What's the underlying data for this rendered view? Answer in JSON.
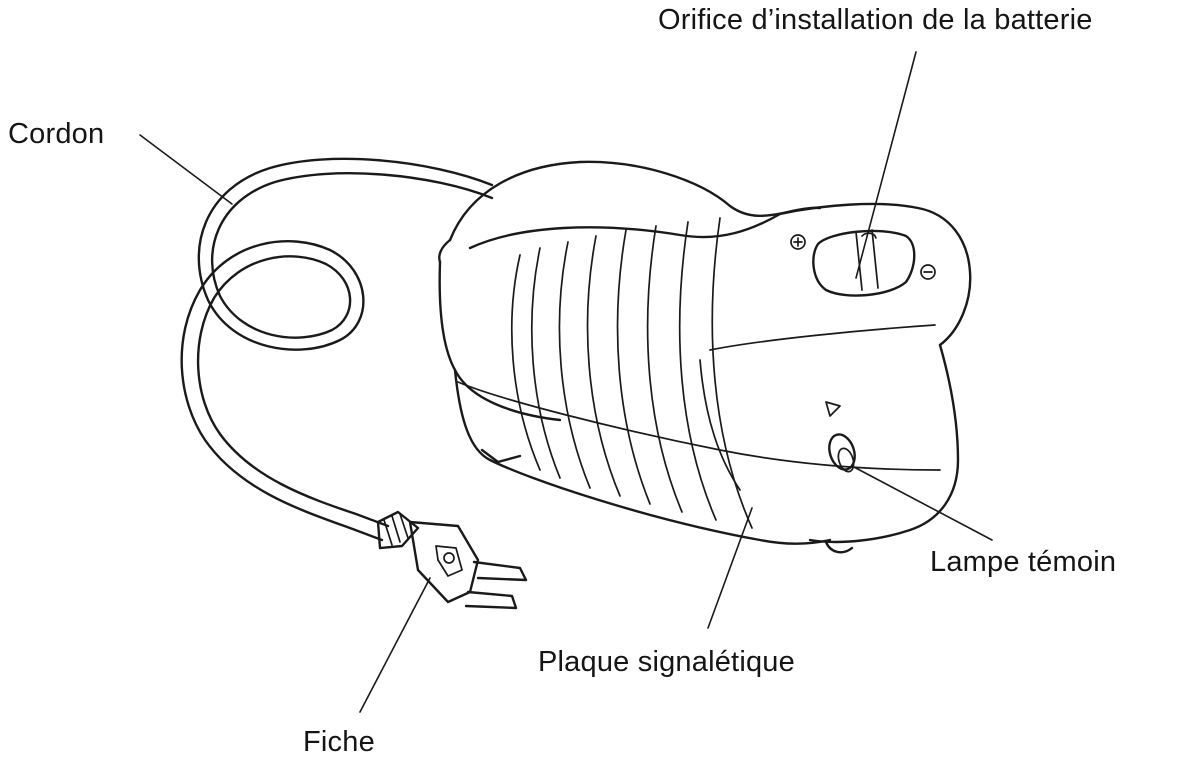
{
  "labels": {
    "battery_slot": "Orifice d’installation de la batterie",
    "cord": "Cordon",
    "pilot_lamp": "Lampe témoin",
    "name_plate": "Plaque signalétique",
    "plug": "Fiche"
  },
  "icons": {
    "charger": "battery-charger-illustration",
    "plus_terminal": "plus-sign-icon",
    "minus_terminal": "minus-sign-icon",
    "indicator_arrow": "triangle-indicator-icon"
  },
  "colors": {
    "line": "#1a1a1a",
    "background": "#ffffff"
  }
}
